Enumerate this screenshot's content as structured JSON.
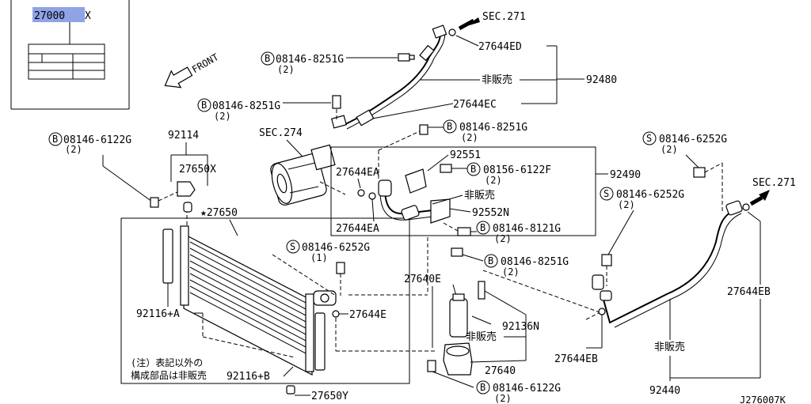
{
  "header_box": {
    "part": "27000",
    "suffix": "X"
  },
  "front": "FRONT",
  "sec_271_top": "SEC.271",
  "sec_271_right": "SEC.271",
  "sec_274": "SEC.274",
  "callouts": {
    "p27644ED": "27644ED",
    "p92480": "92480",
    "not_for_sale_1": "非販売",
    "p27644EC": "27644EC",
    "bolt_top": "08146-8251G",
    "bolt_top_qty": "(2)",
    "bolt_mid": "08146-8251G",
    "bolt_mid_qty": "(2)",
    "bolt_right_mid": "08146-8251G",
    "bolt_right_mid_qty": "(2)",
    "bolt_left": "08146-6122G",
    "bolt_left_qty": "(2)",
    "p92114": "92114",
    "p27650X": "27650X",
    "p27650": "★27650",
    "p27644EA_a": "27644EA",
    "p27644EA_b": "27644EA",
    "p92551": "92551",
    "bolt_6122F": "08156-6122F",
    "bolt_6122F_qty": "(2)",
    "p92490": "92490",
    "not_for_sale_2": "非販売",
    "p92552N": "92552N",
    "bolt_8121G": "08146-8121G",
    "bolt_8121G_qty": "(2)",
    "s_bolt_1": "08146-6252G",
    "s_bolt_1_qty": "(1)",
    "bolt_lower_mid": "08146-8251G",
    "bolt_lower_mid_qty": "(2)",
    "s_bolt_right_top": "08146-6252G",
    "s_bolt_right_top_qty": "(2)",
    "s_bolt_right_mid": "08146-6252G",
    "s_bolt_right_mid_qty": "(2)",
    "p27640E": "27640E",
    "p92116A": "92116+A",
    "p27644E": "27644E",
    "p92136N": "92136N",
    "not_for_sale_3": "非販売",
    "p27640": "27640",
    "p27644EB_a": "27644EB",
    "p27644EB_b": "27644EB",
    "not_for_sale_4": "非販売",
    "p92440": "92440",
    "note_line1": "(注）表記以外の",
    "note_line2": "構成部品は非販売",
    "p92116B": "92116+B",
    "p27650Y": "27650Y",
    "bolt_bottom": "08146-6122G",
    "bolt_bottom_qty": "(2)",
    "diagram_id": "J276007K"
  },
  "markers": {
    "b": "B",
    "s": "S"
  }
}
